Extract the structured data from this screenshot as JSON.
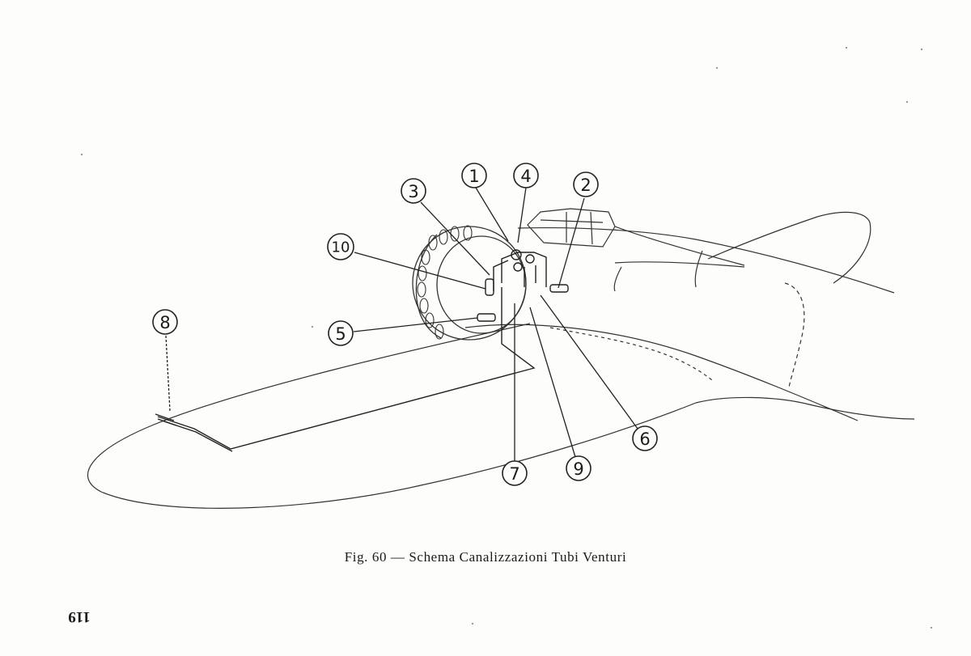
{
  "figure": {
    "caption": "Fig. 60 — Schema Canalizzazioni Tubi Venturi",
    "page_number": "119",
    "callouts": [
      "1",
      "2",
      "3",
      "4",
      "5",
      "6",
      "7",
      "8",
      "9",
      "10"
    ]
  },
  "colors": {
    "paper": "#fdfdfb",
    "ink": "#222222"
  }
}
